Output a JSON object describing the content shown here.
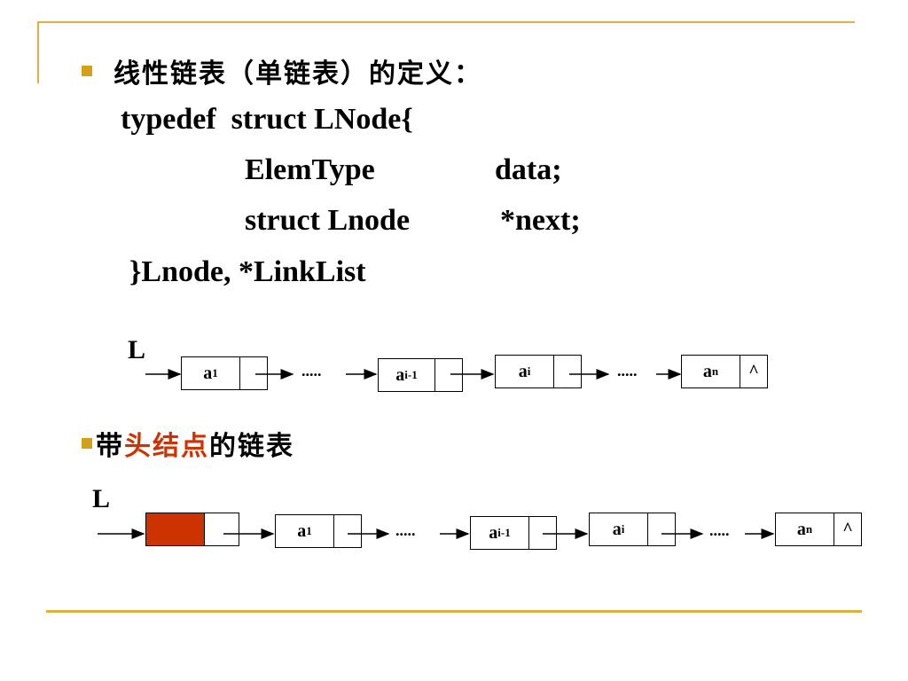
{
  "title1": "线性链表（单链表）的定义：",
  "code": {
    "line1": "typedef  struct LNode{",
    "line2a": "ElemType",
    "line2b": "data;",
    "line3a": "struct Lnode",
    "line3b": "*next;",
    "line4": "}Lnode, *LinkList"
  },
  "title2": {
    "pre": "带",
    "highlight": "头结点",
    "post": "的链表"
  },
  "diagram": {
    "head_label": "L",
    "nodes": [
      {
        "base": "a",
        "sub": "1"
      },
      {
        "base": "a",
        "sub": "i-1"
      },
      {
        "base": "a",
        "sub": "i"
      },
      {
        "base": "a",
        "sub": "n"
      }
    ],
    "ellipsis": ".....",
    "null_mark": "^"
  },
  "colors": {
    "accent": "#e0b040",
    "bullet": "#d4a017",
    "head_node": "#cc3300"
  }
}
